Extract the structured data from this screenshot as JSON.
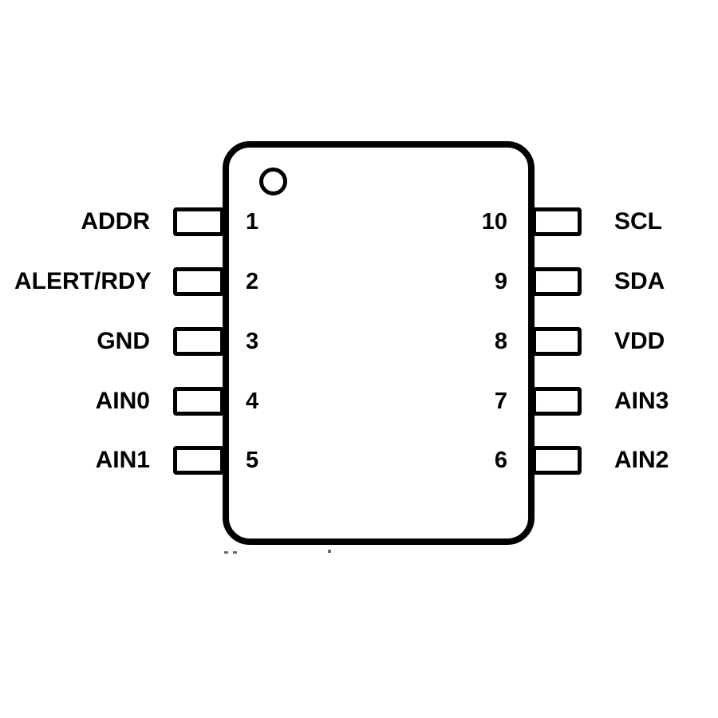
{
  "diagram": {
    "kind": "ic-pinout",
    "background_color": "#ffffff",
    "ink_color": "#000000",
    "pin1_indicator": "circle-icon",
    "pin_count": 10
  },
  "pins": {
    "rows": [
      {
        "left_label": "ADDR",
        "left_number": "1",
        "right_number": "10",
        "right_label": "SCL"
      },
      {
        "left_label": "ALERT/RDY",
        "left_number": "2",
        "right_number": "9",
        "right_label": "SDA"
      },
      {
        "left_label": "GND",
        "left_number": "3",
        "right_number": "8",
        "right_label": "VDD"
      },
      {
        "left_label": "AIN0",
        "left_number": "4",
        "right_number": "7",
        "right_label": "AIN3"
      },
      {
        "left_label": "AIN1",
        "left_number": "5",
        "right_number": "6",
        "right_label": "AIN2"
      }
    ]
  }
}
